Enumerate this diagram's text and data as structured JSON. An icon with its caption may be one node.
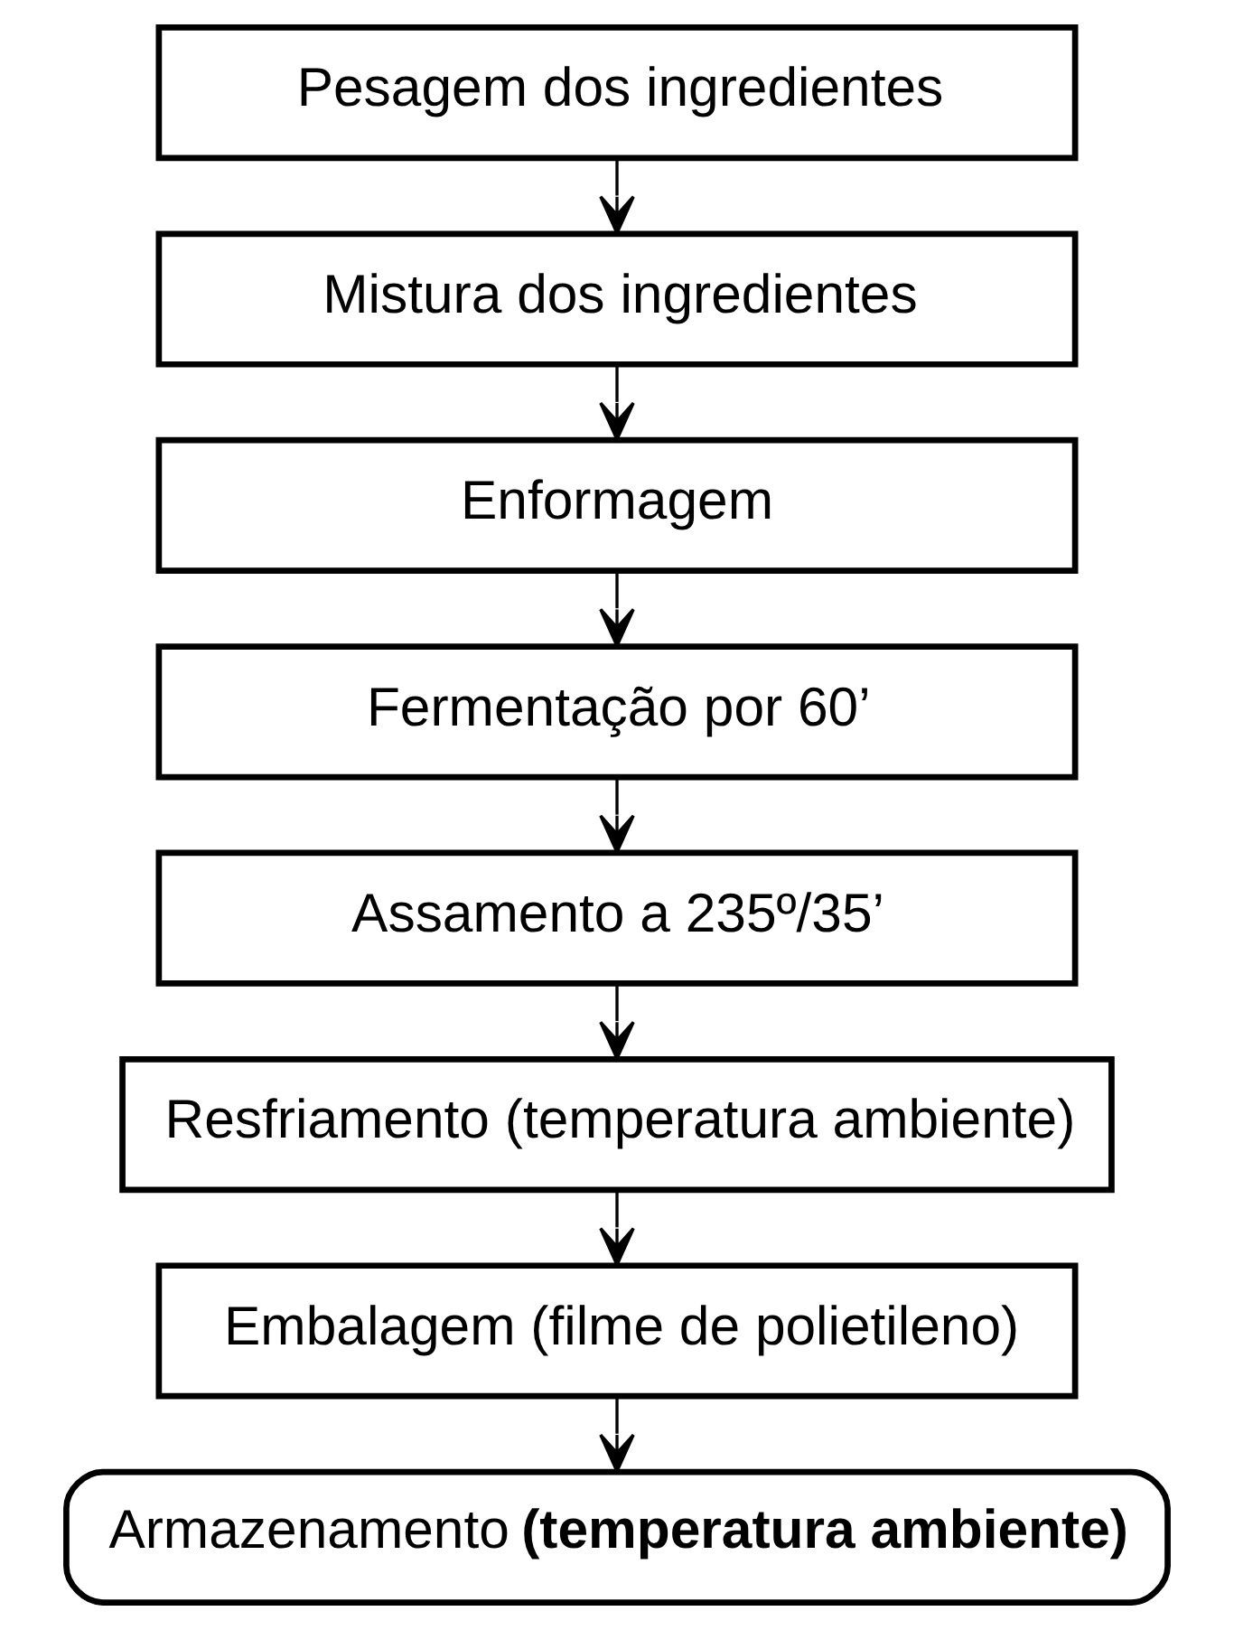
{
  "diagram": {
    "nodes": [
      {
        "text": [
          "Pesagem dos ingredientes"
        ]
      },
      {
        "text": [
          "Mistura dos ingredientes"
        ]
      },
      {
        "text": [
          "Enformagem"
        ]
      },
      {
        "text": [
          "Fermentação por 60’"
        ]
      },
      {
        "text": [
          "Assamento a 235º/35’"
        ]
      },
      {
        "text": [
          "Resfriamento (temperatura ambiente)"
        ]
      },
      {
        "text": [
          "Embalagem (filme de polietileno)"
        ]
      },
      {
        "text": [
          "Armazenamento **(temperatura ambiente)**"
        ]
      }
    ],
    "edges": [
      {
        "from": 0,
        "to": 1,
        "arrow": "to"
      },
      {
        "from": 1,
        "to": 2,
        "arrow": "to"
      },
      {
        "from": 2,
        "to": 3,
        "arrow": "to"
      },
      {
        "from": 3,
        "to": 4,
        "arrow": "to"
      },
      {
        "from": 4,
        "to": 5,
        "arrow": "to"
      },
      {
        "from": 5,
        "to": 6,
        "arrow": "to"
      },
      {
        "from": 6,
        "to": 7,
        "arrow": "to"
      }
    ]
  }
}
